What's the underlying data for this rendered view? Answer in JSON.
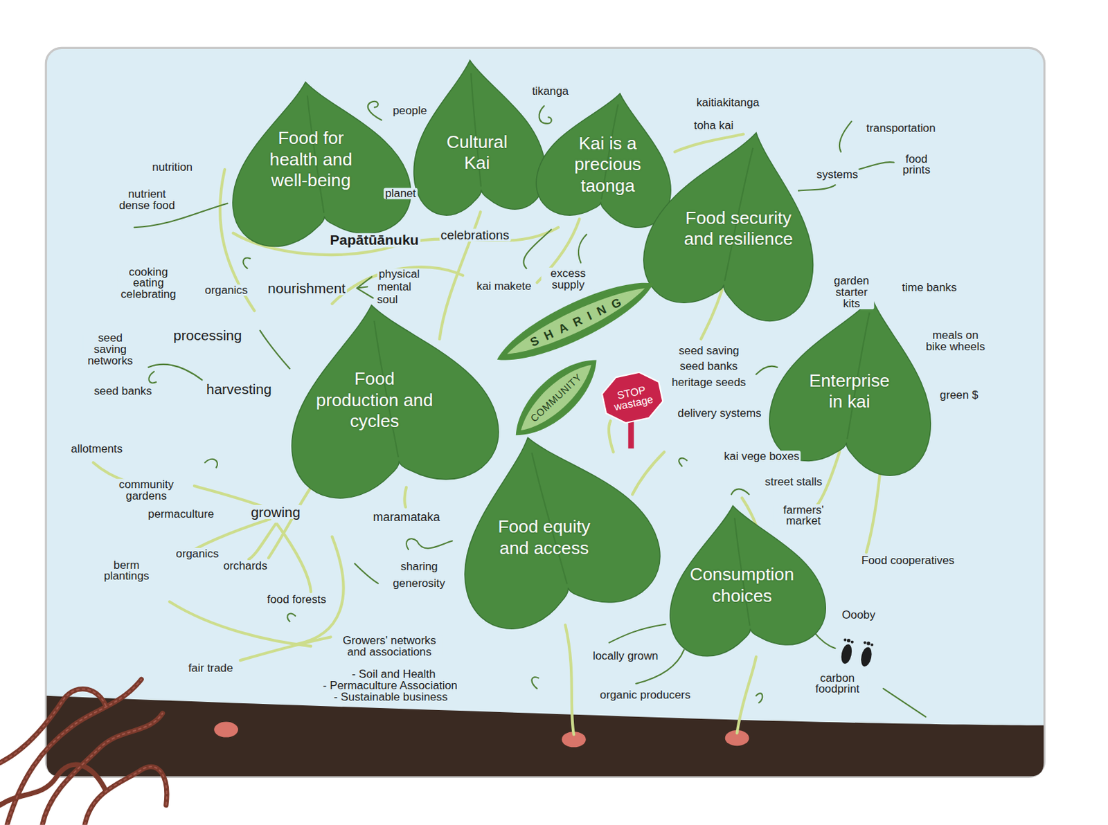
{
  "diagram": {
    "nodes": [
      {
        "text": [
          "Food for health and well-being"
        ]
      },
      {
        "text": [
          "Cultural Kai"
        ]
      },
      {
        "text": [
          "Kai is a precious taonga"
        ]
      },
      {
        "text": [
          "Food security and resilience"
        ]
      },
      {
        "text": [
          "Food production and cycles"
        ]
      },
      {
        "text": [
          "SHARING"
        ]
      },
      {
        "text": [
          "COMMUNITY"
        ]
      },
      {
        "text": [
          "STOP wastage"
        ]
      },
      {
        "text": [
          "Enterprise in kai"
        ]
      },
      {
        "text": [
          "Food equity and access"
        ]
      },
      {
        "text": [
          "Consumption choices"
        ]
      }
    ],
    "labels": [
      "people",
      "tikanga",
      "kaitiakitanga",
      "toha kai",
      "transportation",
      "food prints",
      "systems",
      "nutrition",
      "nutrient dense food",
      "planet",
      "Papātūānuku",
      "celebrations",
      "cooking eating celebrating",
      "organics",
      "nourishment",
      "physical",
      "mental",
      "soul",
      "kai makete",
      "excess supply",
      "garden starter kits",
      "time banks",
      "seed saving networks",
      "processing",
      "meals on bike wheels",
      "seed saving",
      "seed banks",
      "heritage seeds",
      "harvesting",
      "seed banks",
      "green $",
      "delivery systems",
      "allotments",
      "kai vege boxes",
      "community gardens",
      "street stalls",
      "permaculture",
      "growing",
      "maramataka",
      "farmers' market",
      "organics",
      "orchards",
      "berm plantings",
      "sharing",
      "generosity",
      "Food cooperatives",
      "food forests",
      "Oooby",
      "Growers' networks and associations",
      "locally grown",
      "fair trade",
      "- Soil and Health",
      "- Permaculture Association",
      "- Sustainable business",
      "organic producers",
      "carbon foodprint"
    ]
  }
}
